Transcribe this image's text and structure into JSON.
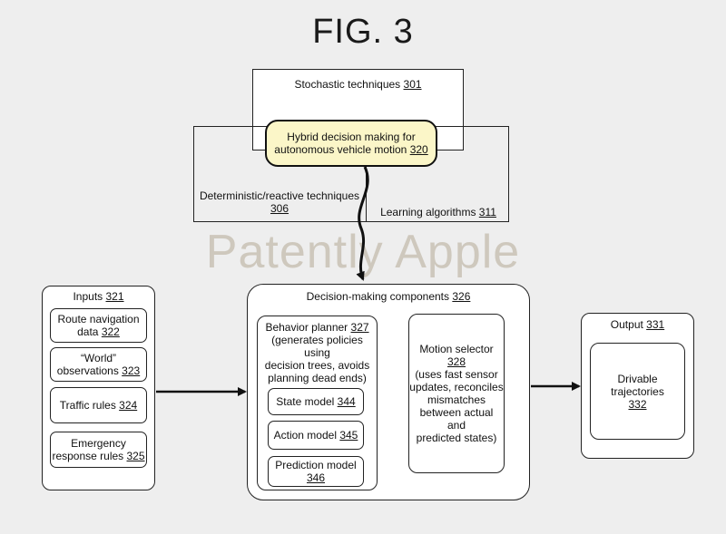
{
  "figure": {
    "title": "FIG. 3"
  },
  "watermark": "Patently Apple",
  "top": {
    "stochastic": {
      "text": "Stochastic techniques ",
      "num": "301"
    },
    "deterministic": {
      "text": "Deterministic/reactive techniques",
      "num": "306"
    },
    "learning": {
      "text": "Learning algorithms ",
      "num": "311"
    },
    "hybrid": {
      "line1": "Hybrid decision making for",
      "line2": "autonomous vehicle motion ",
      "num": "320"
    },
    "colors": {
      "hybrid_fill": "#fbf6c8"
    }
  },
  "inputs": {
    "title": "Inputs ",
    "title_num": "321",
    "items": [
      {
        "line1": "Route navigation",
        "line2": "data ",
        "num": "322"
      },
      {
        "line1": "“World”",
        "line2": "observations ",
        "num": "323"
      },
      {
        "line1": "",
        "line2": "Traffic rules ",
        "num": "324"
      },
      {
        "line1": "Emergency",
        "line2": "response rules ",
        "num": "325"
      }
    ]
  },
  "decision": {
    "title": "Decision-making components ",
    "title_num": "326",
    "planner": {
      "title": "Behavior planner ",
      "title_num": "327",
      "desc1": "(generates policies using",
      "desc2": "decision trees, avoids",
      "desc3": "planning dead ends)",
      "models": [
        {
          "line1": "",
          "line2": "State model ",
          "num": "344"
        },
        {
          "line1": "",
          "line2": "Action model ",
          "num": "345"
        },
        {
          "line1": "Prediction model",
          "line2": "",
          "num": "346"
        }
      ]
    },
    "motion": {
      "title": "Motion selector ",
      "title_num": "328",
      "desc1": "(uses fast sensor",
      "desc2": "updates, reconciles",
      "desc3": "mismatches",
      "desc4": "between actual and",
      "desc5": "predicted states)"
    }
  },
  "output": {
    "title": "Output ",
    "title_num": "331",
    "item": {
      "line1": "Drivable trajectories",
      "num": "332"
    }
  }
}
